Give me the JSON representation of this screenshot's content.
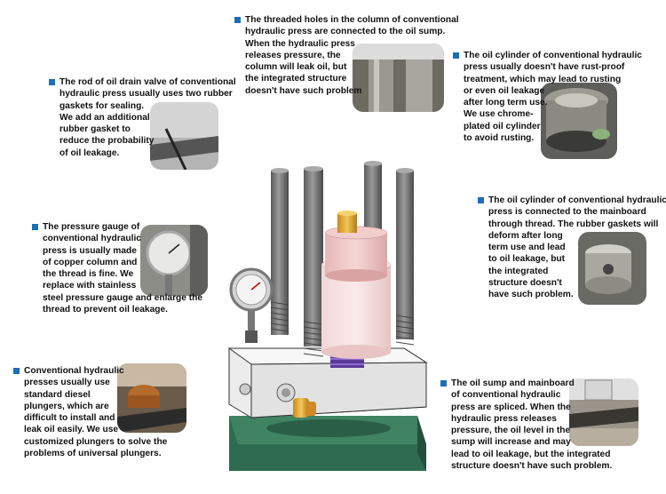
{
  "notes": {
    "top_center": "The threaded holes in the column of conventional\nhydraulic press are connected to the oil sump.\nWhen the hydraulic press\nreleases pressure, the\ncolumn will leak oil, but\nthe integrated structure\ndoesn't have such problem",
    "top_right": "The oil cylinder of conventional hydraulic\npress usually doesn't have rust-proof\ntreatment, which may lead to rusting\nor even oil leakage\nafter long term use.\nWe use chrome-\nplated oil cylinder\nto avoid rusting.",
    "top_left": "The rod of oil drain valve of conventional\nhydraulic press usually uses two rubber\ngaskets for sealing.\nWe add an additional\nrubber gasket to\nreduce the probability\nof oil leakage.",
    "mid_left": "The pressure gauge of\nconventional hydraulic\npress is usually made\nof copper column and\nthe thread is fine. We\nreplace with stainless\nsteel pressure gauge and enlarge the\nthread to prevent oil leakage.",
    "mid_right": "The oil cylinder of conventional hydraulic\npress is connected to the mainboard\nthrough thread. The rubber gaskets will\ndeform after long\nterm use and lead\nto oil leakage, but\nthe integrated\nstructure doesn't\nhave such problem.",
    "bottom_left": "Conventional hydraulic\npresses usually use\nstandard diesel\nplungers, which are\ndifficult to install and\nleak oil easily. We use\ncustomized plungers to solve the\nproblems of universal plungers.",
    "bottom_right": "The oil sump and mainboard\nof conventional hydraulic\npress are spliced. When the\nhydraulic press releases\npressure, the oil level in the\nsump will increase and may\nlead to oil leakage, but the integrated\nstructure doesn't have such problem."
  },
  "colors": {
    "bullet": "#1a6fb8",
    "column": "#7a7a7a",
    "cylinder_pink": "#f2c8c8",
    "base_green": "#2f6b50",
    "mainboard": "#f0f0f0",
    "fitting": "#e09a2c",
    "spring": "#5b3a9a"
  }
}
